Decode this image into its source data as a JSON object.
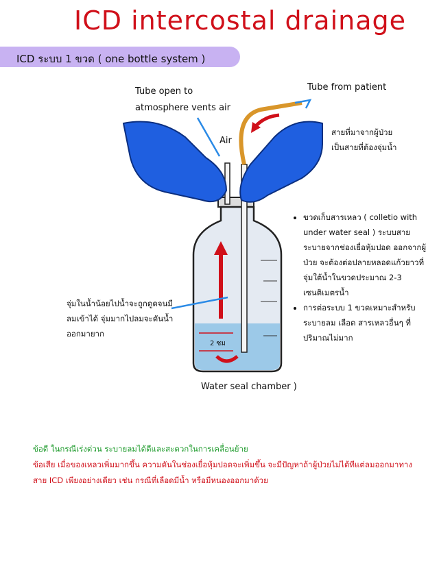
{
  "title": "ICD intercostal drainage",
  "section_pill": "ICD ระบบ 1 ขวด ( one bottle system )",
  "labels": {
    "tube_open_line1": "Tube open to",
    "tube_open_line2": "atmosphere vents air",
    "tube_from_patient": "Tube from patient",
    "air": "Air",
    "patient_tube_note_line1": "สายที่มาจากผู้ป่วย",
    "patient_tube_note_line2": "เป็นสายที่ต้องจุ่มน้ำ",
    "depth_note_line1": "จุ่มในน้ำน้อยไปน้ำจะถูกดูดจนมี",
    "depth_note_line2": "ลมเข้าได้ จุ่มมากไปลมจะดันน้ำ",
    "depth_note_line3": "ออกมายาก",
    "depth_mark": "2 ซม",
    "water_seal": "Water seal chamber )"
  },
  "bullets": [
    "ขวดเก็บสารเหลว ( colletio with under water seal ) ระบบสายระบายจากช่องเยื่อหุ้มปอด ออกจากผู้ป่วย จะต้องต่อปลายหลอดแก้วยาวที่จุ่มใต้น้ำในขวดประมาณ 2-3 เซนติเมตรน้ำ",
    "การต่อระบบ 1 ขวดเหมาะสำหรับระบายลม เลือด สารเหลวอื่นๆ ที่ปริมาณไม่มาก"
  ],
  "bottom": {
    "pros": "ข้อดี ในกรณีเร่งด่วน ระบายลมได้ดีและสะดวกในการเคลื่อนย้าย",
    "cons_line1": "ข้อเสีย เมื่อของเหลวเพิ่มมากขึ้น ความดันในช่องเยื่อหุ้มปอดจะเพิ่มขึ้น จะมีปัญหาถ้าผู้ป่วยไม่ได้ทีแต่ลมออกมาทาง",
    "cons_line2": "สาย ICD เพียงอย่างเดียว เช่น กรณีที่เลือดมีน้ำ หรือมีหนองออกมาด้วย"
  },
  "colors": {
    "title": "#d0101a",
    "pill": "#c8b2f2",
    "glove": "#1f5fe0",
    "arrow": "#d0101a",
    "pointer": "#2a8ae6",
    "pros": "#1c9a2a",
    "cons": "#d0101a"
  }
}
